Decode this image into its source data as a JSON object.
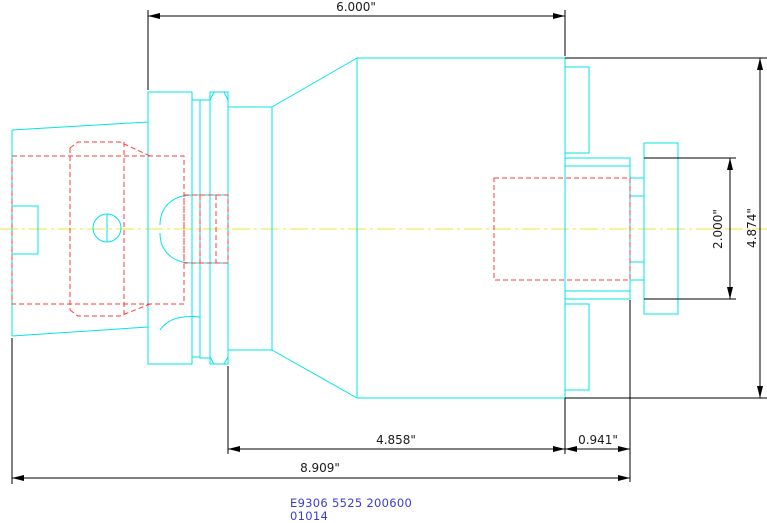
{
  "dimensions": {
    "overall_top": "6.000\"",
    "height_outer": "4.874\"",
    "height_inner": "2.000\"",
    "body_length": "4.858\"",
    "pilot_length": "0.941\"",
    "overall_length": "8.909\""
  },
  "title_block": {
    "line1": "E9306  5525  200600",
    "line2": "01014"
  },
  "colors": {
    "outline": "#00e5ea",
    "hidden": "#ff3b3b",
    "centerline": "#e8e83a",
    "dimension": "#000000",
    "title_text": "#3b3bd8"
  }
}
